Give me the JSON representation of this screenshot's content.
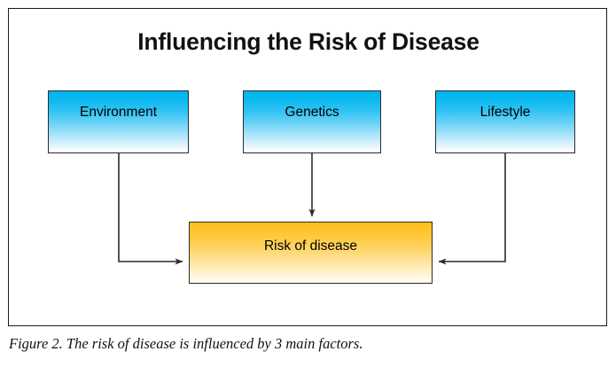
{
  "figure": {
    "title": "Influencing the Risk of Disease",
    "caption": "Figure 2. The risk of disease is influenced by 3 main factors.",
    "frame_border_color": "#1b1b1b",
    "background_color": "#ffffff"
  },
  "nodes": {
    "environment": {
      "label": "Environment",
      "fill_top_color": "#00b5f0",
      "fill_bottom_color": "#ffffff",
      "border_color": "#2b2b2b"
    },
    "genetics": {
      "label": "Genetics",
      "fill_top_color": "#00b5f0",
      "fill_bottom_color": "#ffffff",
      "border_color": "#2b2b2b"
    },
    "lifestyle": {
      "label": "Lifestyle",
      "fill_top_color": "#00b5f0",
      "fill_bottom_color": "#ffffff",
      "border_color": "#2b2b2b"
    },
    "risk": {
      "label": "Risk of disease",
      "fill_top_color": "#ffc01f",
      "fill_bottom_color": "#fffdf6",
      "border_color": "#2b2b2b"
    }
  },
  "connectors": [
    {
      "name": "environment-to-risk",
      "from": "environment",
      "to": "risk",
      "style": "elbow-down-right",
      "color": "#2b2b2b"
    },
    {
      "name": "genetics-to-risk",
      "from": "genetics",
      "to": "risk",
      "style": "straight-down",
      "color": "#2b2b2b"
    },
    {
      "name": "lifestyle-to-risk",
      "from": "lifestyle",
      "to": "risk",
      "style": "elbow-down-left",
      "color": "#2b2b2b"
    }
  ],
  "chart_data": {
    "type": "diagram",
    "title": "Influencing the Risk of Disease",
    "nodes": [
      "Environment",
      "Genetics",
      "Lifestyle",
      "Risk of disease"
    ],
    "edges": [
      {
        "source": "Environment",
        "target": "Risk of disease"
      },
      {
        "source": "Genetics",
        "target": "Risk of disease"
      },
      {
        "source": "Lifestyle",
        "target": "Risk of disease"
      }
    ],
    "factor_count": 3
  }
}
